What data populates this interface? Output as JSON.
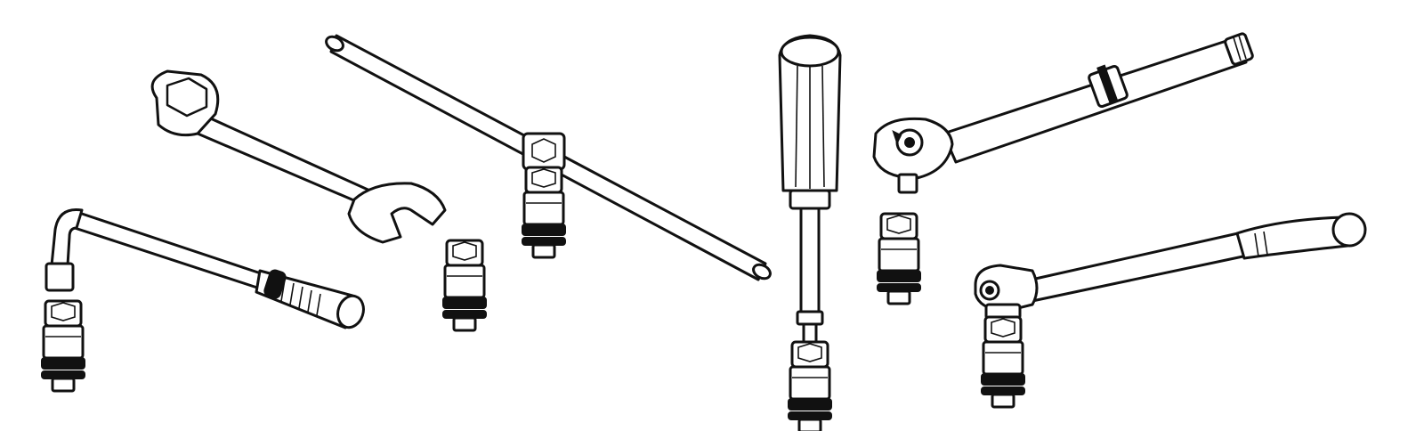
{
  "illustration": {
    "style": "black line art on white",
    "colors": {
      "line": "#111111",
      "background": "#ffffff"
    },
    "tools": [
      {
        "id": "l-wrench",
        "icon": "l-shaped-socket-wrench-icon",
        "socket": "knurled-socket-adapter-icon"
      },
      {
        "id": "combination-wrench",
        "icon": "combination-wrench-icon",
        "socket": "knurled-socket-adapter-icon"
      },
      {
        "id": "t-bar",
        "icon": "sliding-t-bar-icon",
        "socket": "knurled-socket-adapter-icon"
      },
      {
        "id": "screwdriver",
        "icon": "screwdriver-icon",
        "socket": "knurled-socket-adapter-icon"
      },
      {
        "id": "ratchet",
        "icon": "ratchet-handle-icon",
        "socket": "knurled-socket-adapter-icon"
      },
      {
        "id": "breaker-bar",
        "icon": "flex-head-breaker-bar-icon",
        "socket": "knurled-socket-adapter-icon"
      }
    ]
  }
}
